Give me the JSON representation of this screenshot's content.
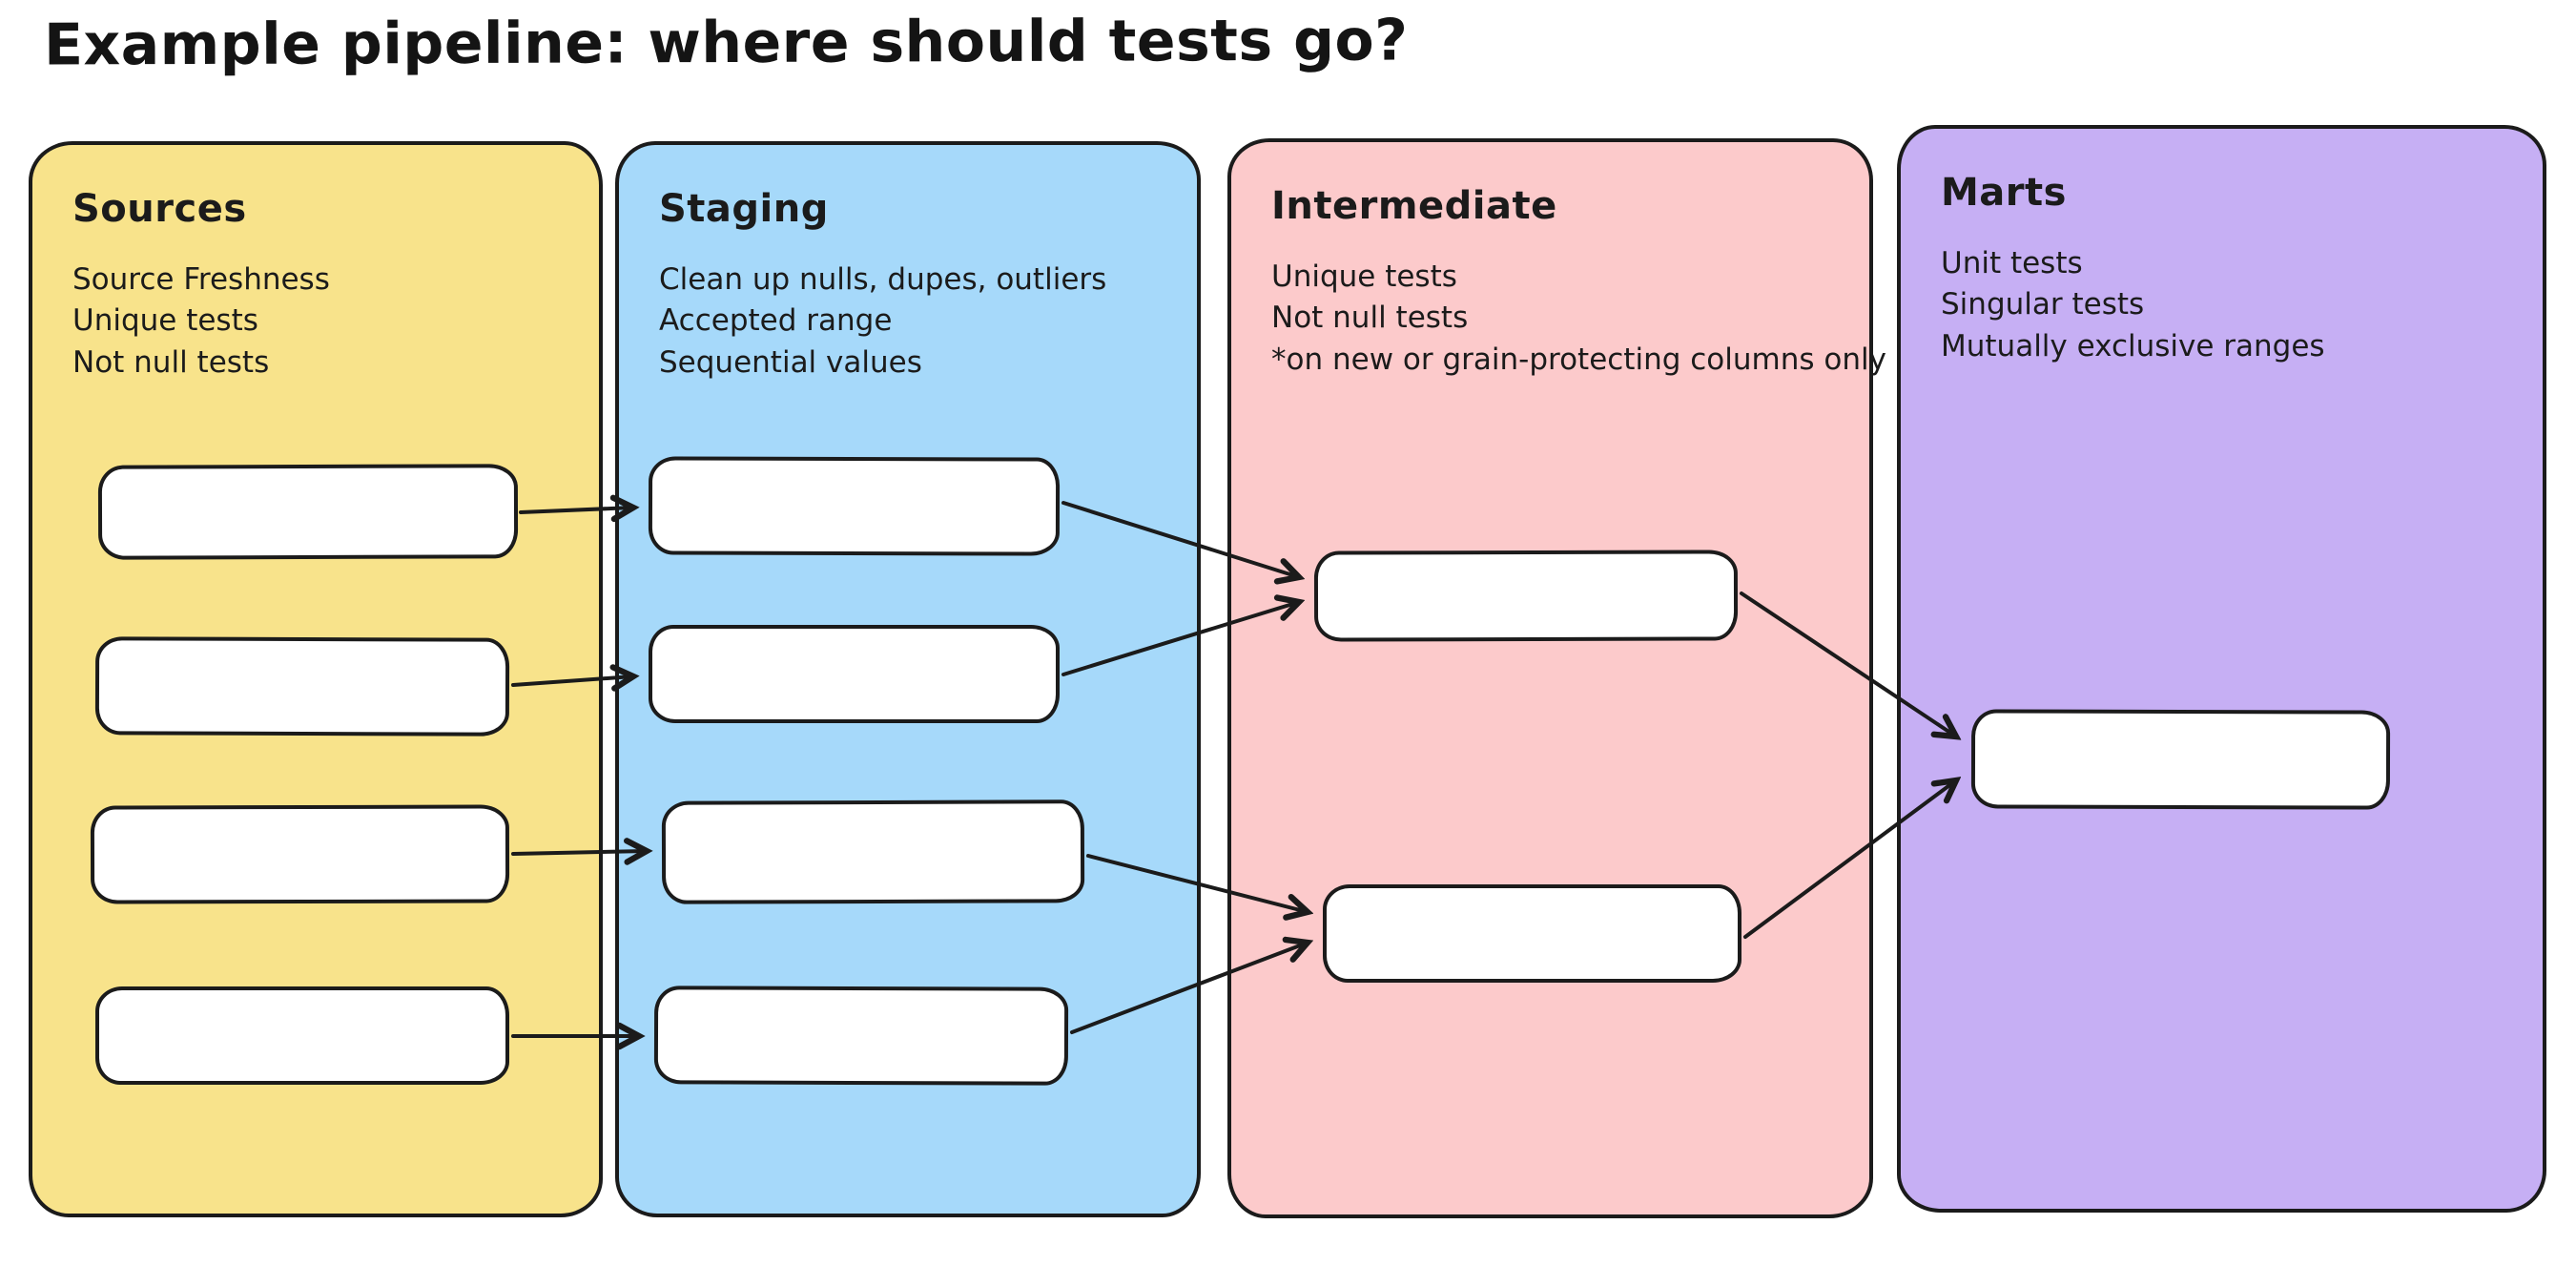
{
  "title": "Example pipeline: where should tests go?",
  "theme": {
    "background": "#ffffff",
    "stroke": "#1b1b1b",
    "node_fill": "#ffffff"
  },
  "columns": [
    {
      "name": "Sources",
      "fill": "#f8e38b",
      "notes": [
        "Source Freshness",
        "Unique tests",
        "Not null tests"
      ],
      "node_count": 4
    },
    {
      "name": "Staging",
      "fill": "#a6d9fa",
      "notes": [
        "Clean up nulls, dupes, outliers",
        "Accepted range",
        "Sequential values"
      ],
      "node_count": 4
    },
    {
      "name": "Intermediate",
      "fill": "#fccacb",
      "notes": [
        "Unique tests",
        "Not null tests",
        "*on new or grain-protecting columns only"
      ],
      "node_count": 2
    },
    {
      "name": "Marts",
      "fill": "#c6aff4",
      "notes": [
        "Unit tests",
        "Singular tests",
        "Mutually exclusive ranges"
      ],
      "node_count": 1
    }
  ]
}
